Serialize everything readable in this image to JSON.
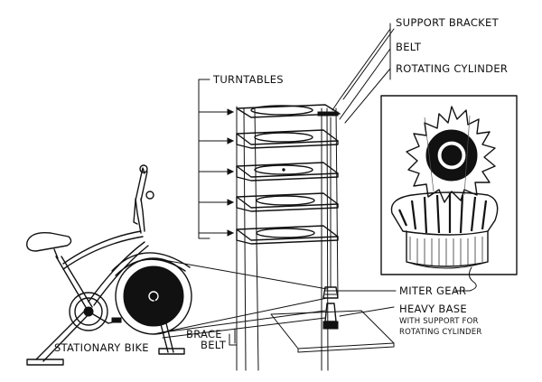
{
  "labels": {
    "support_bracket": "SUPPORT BRACKET",
    "belt_top": "BELT",
    "rotating_cylinder": "ROTATING CYLINDER",
    "turntables": "TURNTABLES",
    "miter_gear": "MITER GEAR",
    "heavy_base": "HEAVY BASE",
    "heavy_base_sub1": "WITH SUPPORT FOR",
    "heavy_base_sub2": "ROTATING CYLINDER",
    "brace": "BRACE",
    "belt_bottom": "BELT",
    "stationary_bike": "STATIONARY BIKE"
  },
  "colors": {
    "ink": "#111111",
    "paper": "#ffffff"
  }
}
